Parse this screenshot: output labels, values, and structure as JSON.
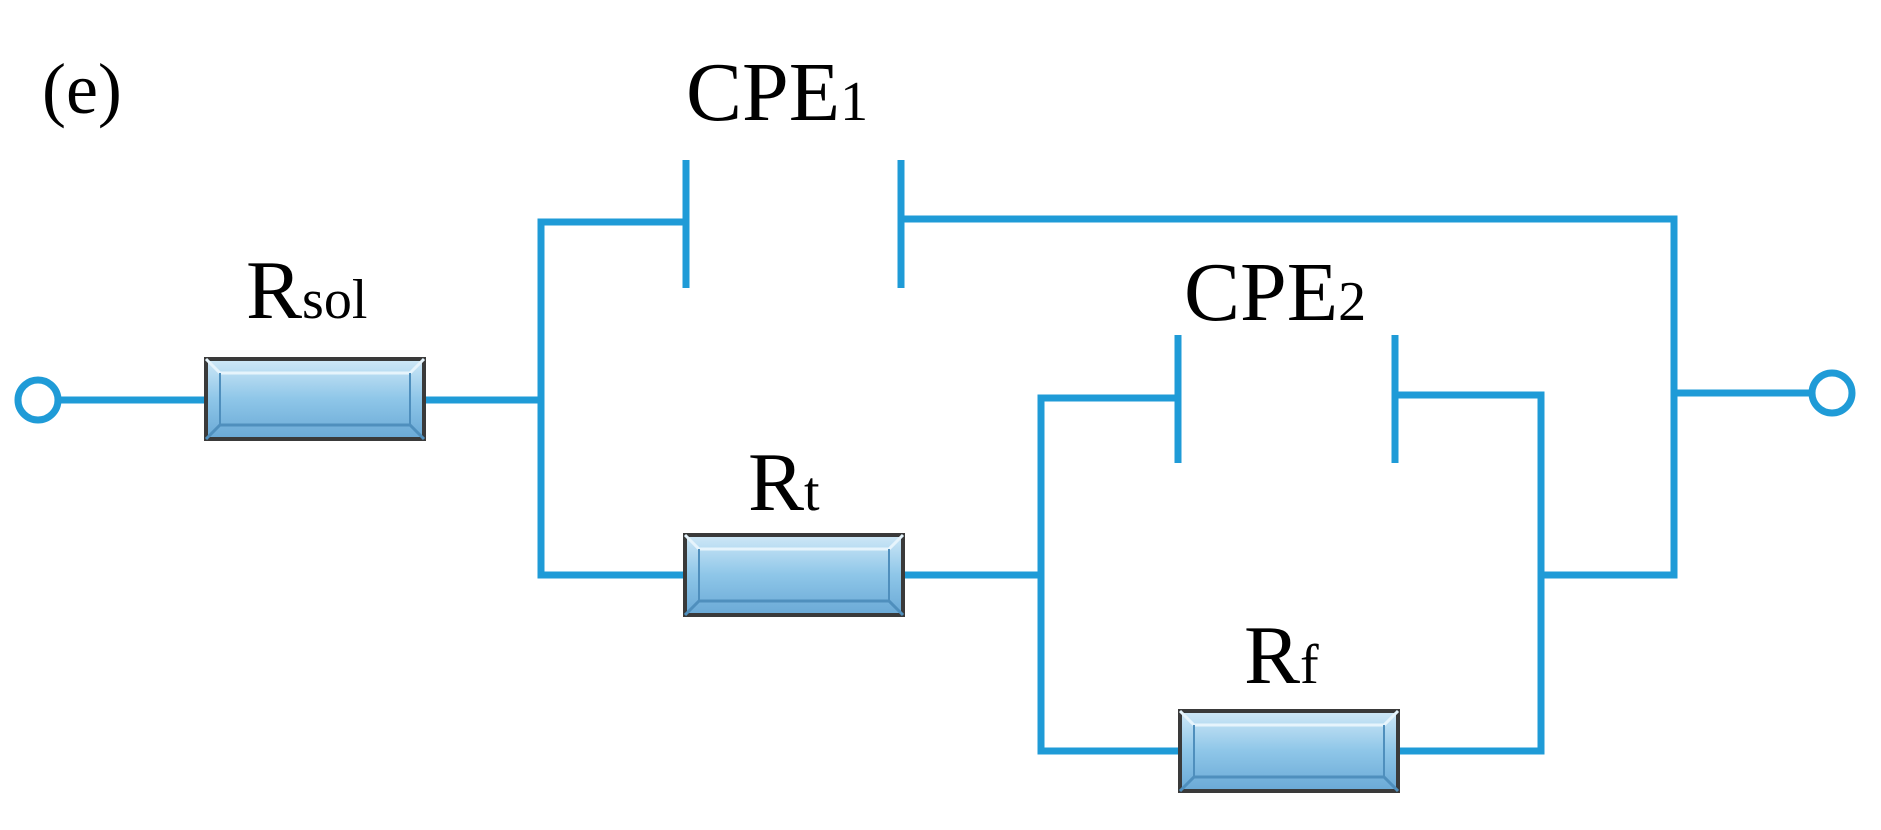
{
  "figure": {
    "panel_label": "(e)",
    "wire_color": "#1f9bd7",
    "resistor_fill": "#8ec6e8",
    "resistor_stroke": "#3a3a3a"
  },
  "components": {
    "rsol": {
      "main": "R",
      "sub": "sol"
    },
    "rt": {
      "main": "R",
      "sub": "t"
    },
    "rf": {
      "main": "R",
      "sub": "f"
    },
    "cpe1": {
      "main": "CPE",
      "sub": "1"
    },
    "cpe2": {
      "main": "CPE",
      "sub": "2"
    }
  }
}
